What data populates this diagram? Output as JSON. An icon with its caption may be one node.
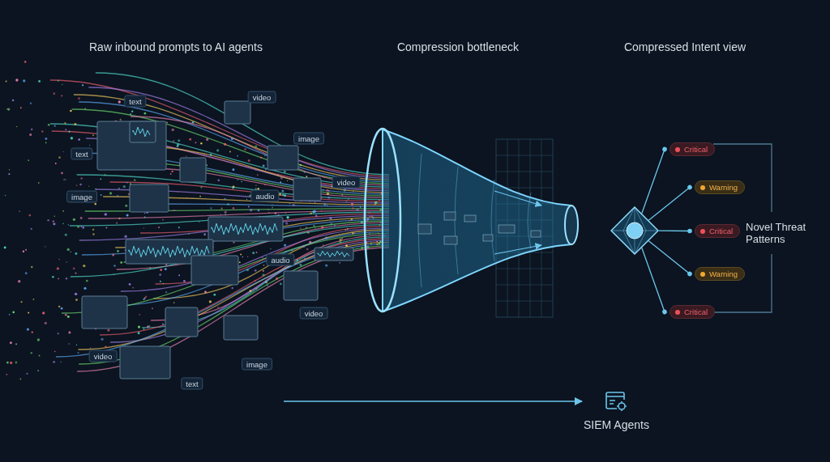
{
  "diagram": {
    "nodes": [
      {
        "text": [],
        "shape": "diamond"
      },
      {
        "text": [
          "Critical"
        ]
      },
      {
        "text": [
          "Warning"
        ]
      },
      {
        "text": [
          "Critical"
        ]
      },
      {
        "text": [
          "Warning"
        ]
      },
      {
        "text": [
          "Critical"
        ]
      },
      {
        "text": [
          "SIEM Agents"
        ]
      }
    ],
    "edges": [
      {
        "from": 0,
        "to": 1,
        "arrow": "other"
      },
      {
        "from": 0,
        "to": 2,
        "arrow": "other"
      },
      {
        "from": 0,
        "to": 3,
        "arrow": "other"
      },
      {
        "from": 0,
        "to": 4,
        "arrow": "other"
      },
      {
        "from": 0,
        "to": 5,
        "arrow": "other"
      },
      {
        "from": null,
        "to": 6,
        "arrow": "to"
      }
    ],
    "labels": [
      "Raw inbound prompts to AI agents",
      "Compression bottleneck",
      "Compressed Intent view",
      "video",
      "text",
      "image",
      "text",
      "video",
      "image",
      "audio",
      "audio",
      "video",
      "video",
      "image",
      "text",
      "Novel Threat Patterns"
    ]
  }
}
